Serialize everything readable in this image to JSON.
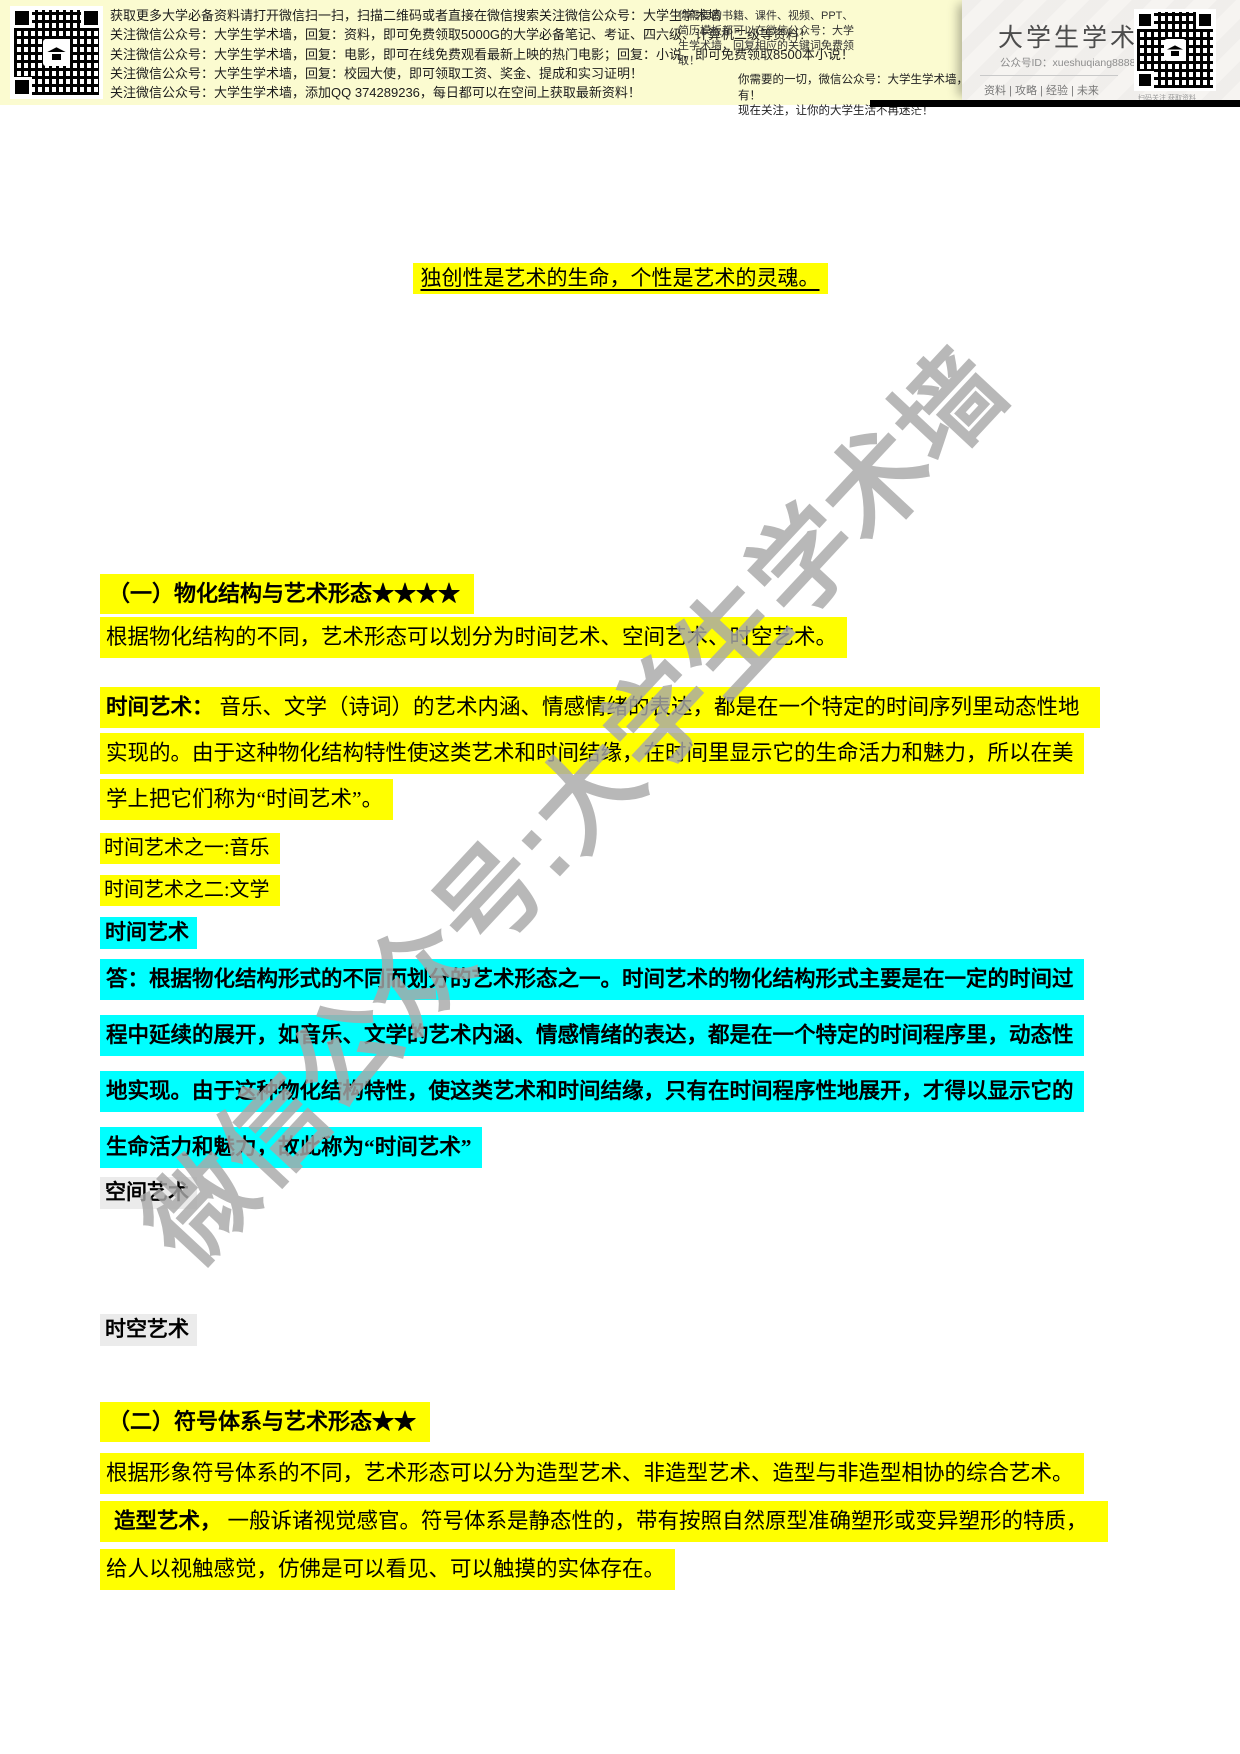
{
  "banner": {
    "left_lines": [
      "获取更多大学必备资料请打开微信扫一扫，扫描二维码或者直接在微信搜索关注微信公众号：大学生学术墙",
      "关注微信公众号：大学生学术墙，回复：资料，即可免费领取5000G的大学必备笔记、考证、四六级、计算机二级等资料！",
      "关注微信公众号：大学生学术墙，回复：电影，即可在线免费观看最新上映的热门电影；回复：小说，即可免费领取8500本小说！",
      "关注微信公众号：大学生学术墙，回复：校园大使，即可领取工资、奖金、提成和实习证明！",
      "关注微信公众号：大学生学术墙，添加QQ 374289236，每日都可以在空间上获取最新资料！"
    ],
    "mid_note": "你需要的书籍、课件、视频、PPT、简历模板都可以在微信公众号：大学生学术墙，回复相应的关键词免费领取！",
    "bottom_note_1": "你需要的一切，微信公众号：大学生学术墙，都有！",
    "bottom_note_2": "现在关注，让你的大学生活不再迷茫！",
    "card": {
      "brand": "大学生学术墙",
      "account_id": "公众号ID：xueshuqiang8888",
      "tags": "资料 | 攻略 | 经验 | 未来",
      "qr_caption": "扫码关注 获取资料"
    }
  },
  "watermark": "微信公众号:大学生学术墙",
  "doc": {
    "title": "独创性是艺术的生命，个性是艺术的灵魂。",
    "h1": "（一）物化结构与艺术形态★★★★",
    "p1": "根据物化结构的不同，艺术形态可以划分为时间艺术、空间艺术、时空艺术。",
    "time_lead": "时间艺术：",
    "time_l1": "音乐、文学（诗词）的艺术内涵、情感情绪的表达，都是在一个特定的时间序列里动态性地",
    "time_l2": "实现的。由于这种物化结构特性使这类艺术和时间结缘，在时间里显示它的生命活力和魅力，所以在美",
    "time_l3": "学上把它们称为“时间艺术”。",
    "time_item1": "时间艺术之一:音乐",
    "time_item2": "时间艺术之二:文学",
    "term_time": "时间艺术",
    "ans_l1": "答：根据物化结构形式的不同而划分的艺术形态之一。时间艺术的物化结构形式主要是在一定的时间过",
    "ans_l2": "程中延续的展开，如音乐、文学的艺术内涵、情感情绪的表达，都是在一个特定的时间程序里，动态性",
    "ans_l3": "地实现。由于这种物化结构特性，使这类艺术和时间结缘，只有在时间程序性地展开，才得以显示它的",
    "ans_l4": "生命活力和魅力，故此称为“时间艺术”",
    "term_space": "空间艺术",
    "term_spacetime": "时空艺术",
    "h2": "（二）符号体系与艺术形态★★",
    "p2": "根据形象符号体系的不同，艺术形态可以分为造型艺术、非造型艺术、造型与非造型相协的综合艺术。",
    "plastic_lead": "造型艺术，",
    "plastic_l1": "一般诉诸视觉感官。符号体系是静态性的，带有按照自然原型准确塑形或变异塑形的特质，",
    "plastic_l2": "给人以视触感觉，仿佛是可以看见、可以触摸的实体存在。"
  },
  "colors": {
    "highlight_yellow": "#ffff00",
    "highlight_cyan": "#00ffff",
    "highlight_gray": "#ebebeb",
    "banner_bg": "#fbfbd0"
  }
}
